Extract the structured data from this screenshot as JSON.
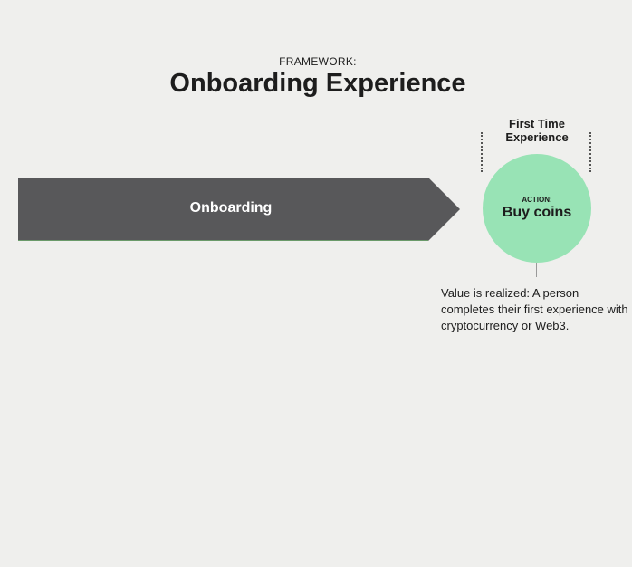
{
  "header": {
    "eyebrow": "FRAMEWORK:",
    "title": "Onboarding Experience"
  },
  "arrow": {
    "label": "Onboarding",
    "color": "#58585a"
  },
  "stage": {
    "label": "First Time Experience",
    "action_label": "ACTION:",
    "action": "Buy coins",
    "color": "#98e3b5"
  },
  "description": "Value is realized: A person completes their first experience with cryptocurrency or Web3."
}
